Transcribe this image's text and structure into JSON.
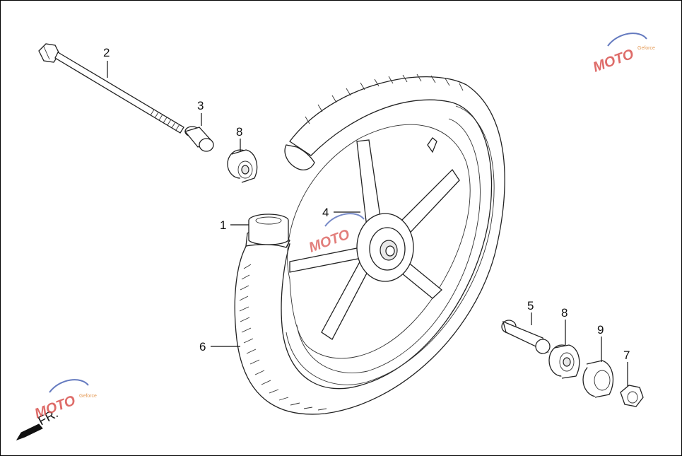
{
  "diagram": {
    "callouts": [
      "1",
      "2",
      "3",
      "4",
      "5",
      "6",
      "7",
      "8",
      "8",
      "9"
    ],
    "direction_label": "FR.",
    "watermark": {
      "text": "MOTO",
      "subtext": "Geforce",
      "colors": {
        "red": "#d9534f",
        "blue": "#4a63b5",
        "orange": "#e08a3a"
      }
    },
    "line_color": "#222222"
  }
}
